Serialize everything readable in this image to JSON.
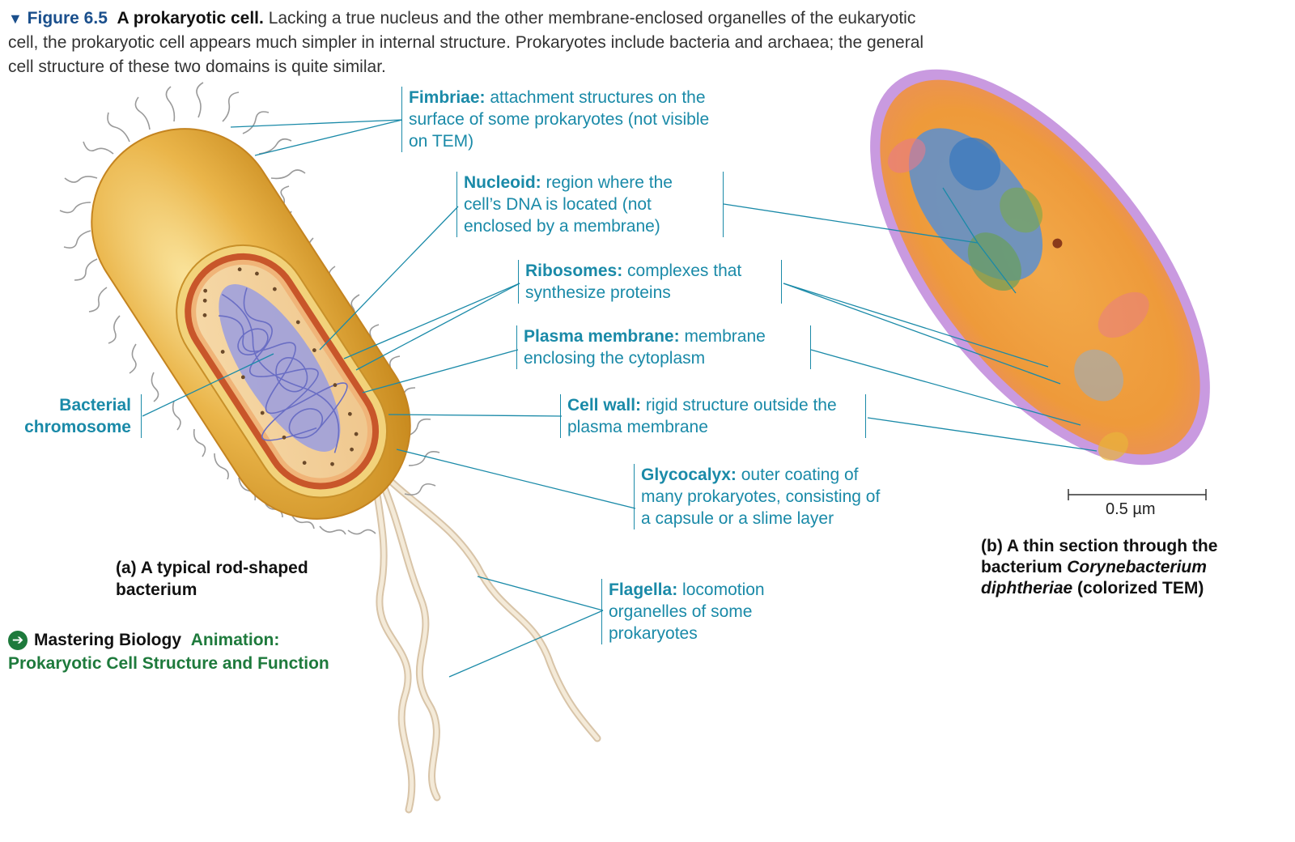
{
  "caption": {
    "arrow": "▼",
    "figure_number": "Figure 6.5",
    "title": "A prokaryotic cell.",
    "text": "Lacking a true nucleus and the other membrane-enclosed organelles of the eukaryotic cell, the prokaryotic cell appears much simpler in internal structure. Prokaryotes include bacteria and archaea; the general cell structure of these two domains is quite similar."
  },
  "labels": {
    "fimbriae": {
      "term": "Fimbriae:",
      "desc": "attachment structures on the surface of some prokaryotes (not visible on TEM)"
    },
    "nucleoid": {
      "term": "Nucleoid:",
      "desc": "region where the cell’s DNA is located (not enclosed by a membrane)"
    },
    "ribosomes": {
      "term": "Ribosomes:",
      "desc": "complexes that synthesize proteins"
    },
    "plasma_membrane": {
      "term": "Plasma membrane:",
      "desc": "membrane enclosing the cytoplasm"
    },
    "cell_wall": {
      "term": "Cell wall:",
      "desc": "rigid structure outside the plasma membrane"
    },
    "glycocalyx": {
      "term": "Glycocalyx:",
      "desc": "outer coating of many prokaryotes, consisting of a capsule or a slime layer"
    },
    "flagella": {
      "term": "Flagella:",
      "desc": "locomotion organelles of some prokaryotes"
    },
    "bacterial_chromosome": "Bacterial chromosome"
  },
  "panel_a": {
    "letter": "(a)",
    "text": "A typical rod-shaped bacterium"
  },
  "panel_b": {
    "letter": "(b)",
    "text_before": "A thin section through the bacterium",
    "species": "Corynebacterium diphtheriae",
    "text_after": "(colorized TEM)",
    "scale_bar": "0.5 µm"
  },
  "mastering": {
    "icon": "arrow-circle-icon",
    "brand": "Mastering Biology",
    "type": "Animation:",
    "title": "Prokaryotic Cell Structure and Function"
  },
  "colors": {
    "label_teal": "#1a8aa8",
    "figure_blue": "#1a4f8c",
    "mastering_green": "#1e7a3c",
    "capsule_gold": "#e8b548",
    "nucleoid_purple": "#8a8fd8",
    "tem_orange": "#f09a3a",
    "tem_blue": "#5a8fd0",
    "tem_membrane_purple": "#c08ad8"
  }
}
